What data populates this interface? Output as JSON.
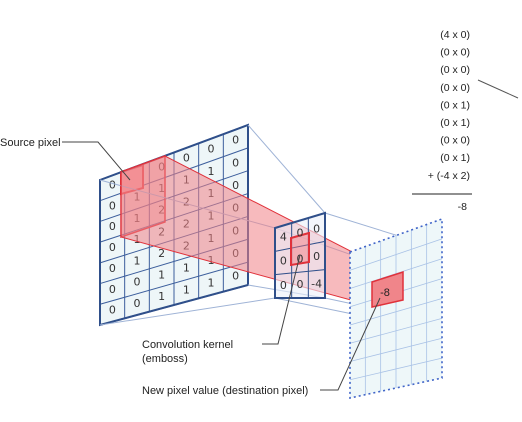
{
  "labels": {
    "source_pixel": "Source pixel",
    "kernel_line1": "Convolution kernel",
    "kernel_line2": "(emboss)",
    "new_pixel": "New pixel value (destination pixel)"
  },
  "source_grid": [
    [
      "0",
      "0",
      "0",
      "0",
      "0",
      "0"
    ],
    [
      "0",
      "1",
      "1",
      "1",
      "1",
      "0"
    ],
    [
      "0",
      "1",
      "2",
      "2",
      "1",
      "0"
    ],
    [
      "0",
      "1",
      "2",
      "2",
      "1",
      "0"
    ],
    [
      "0",
      "1",
      "2",
      "2",
      "1",
      "0"
    ],
    [
      "0",
      "0",
      "1",
      "1",
      "1",
      "0"
    ],
    [
      "0",
      "0",
      "1",
      "1",
      "1",
      "0"
    ]
  ],
  "kernel": [
    [
      "4",
      "0",
      "0"
    ],
    [
      "0",
      "0",
      "0"
    ],
    [
      "0",
      "0",
      "-4"
    ]
  ],
  "destination_value": "-8",
  "calculation": {
    "terms": [
      "(4 x 0)",
      "(0 x 0)",
      "(0 x 0)",
      "(0 x 0)",
      "(0 x 1)",
      "(0 x 1)",
      "(0 x 0)",
      "(0 x 1)",
      "+ (-4 x 2)"
    ],
    "result": "-8"
  },
  "colors": {
    "highlight": "#e0313a",
    "beam": "#f4a5a8",
    "grid_line": "#3c5e9c",
    "dotted": "#3f64c8"
  }
}
